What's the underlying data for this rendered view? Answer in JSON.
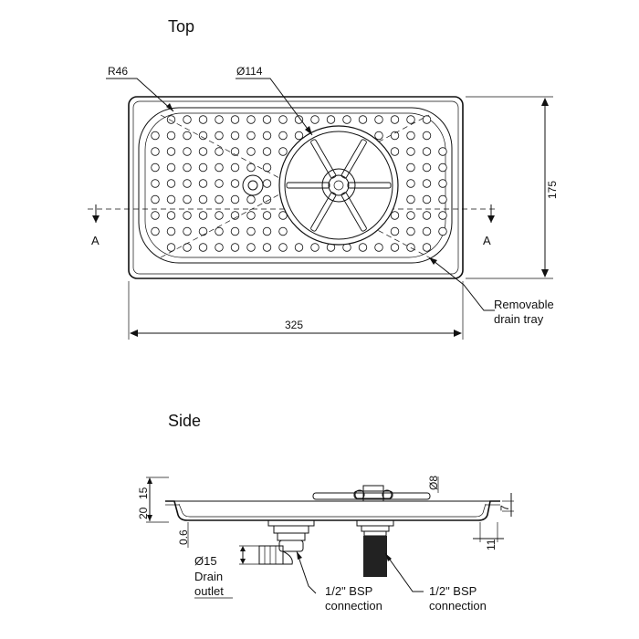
{
  "views": {
    "top": {
      "title": "Top"
    },
    "side": {
      "title": "Side"
    }
  },
  "top_labels": {
    "radius": "R46",
    "diameter": "Ø114",
    "height": "175",
    "width": "325",
    "section_left": "A",
    "section_right": "A",
    "tray_line1": "Removable",
    "tray_line2": "drain tray"
  },
  "side_labels": {
    "dim_20": "20",
    "dim_15": "15",
    "dim_06": "0.6",
    "dim_8": "Ø8",
    "dim_7": "7",
    "dim_11": "11",
    "drain_dia": "Ø15",
    "drain_line1": "Drain",
    "drain_line2": "outlet",
    "bsp1_line1": "1/2\" BSP",
    "bsp1_line2": "connection",
    "bsp2_line1": "1/2\" BSP",
    "bsp2_line2": "connection"
  }
}
